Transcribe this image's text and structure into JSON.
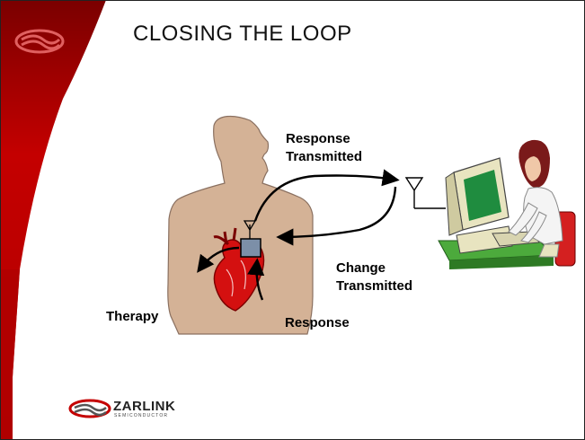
{
  "slide": {
    "title": "CLOSING THE LOOP"
  },
  "labels": {
    "response_transmitted": [
      "Response",
      "Transmitted"
    ],
    "change_transmitted": [
      "Change",
      "Transmitted"
    ],
    "therapy": "Therapy",
    "response": "Response"
  },
  "logo": {
    "brand": "ZARLINK",
    "sub": "SEMICONDUCTOR"
  },
  "colors": {
    "banner_red": "#c40000",
    "banner_dark": "#8a0000",
    "skin": "#d4b296",
    "heart": "#d41010",
    "device": "#7c8fa8",
    "desk": "#4caa3c",
    "monitor": "#e8e4c0",
    "screen": "#1f8c3f"
  },
  "icons": [
    "antenna-icon",
    "heart-icon",
    "pacemaker-icon",
    "computer-icon",
    "zarlink-logo-icon"
  ]
}
